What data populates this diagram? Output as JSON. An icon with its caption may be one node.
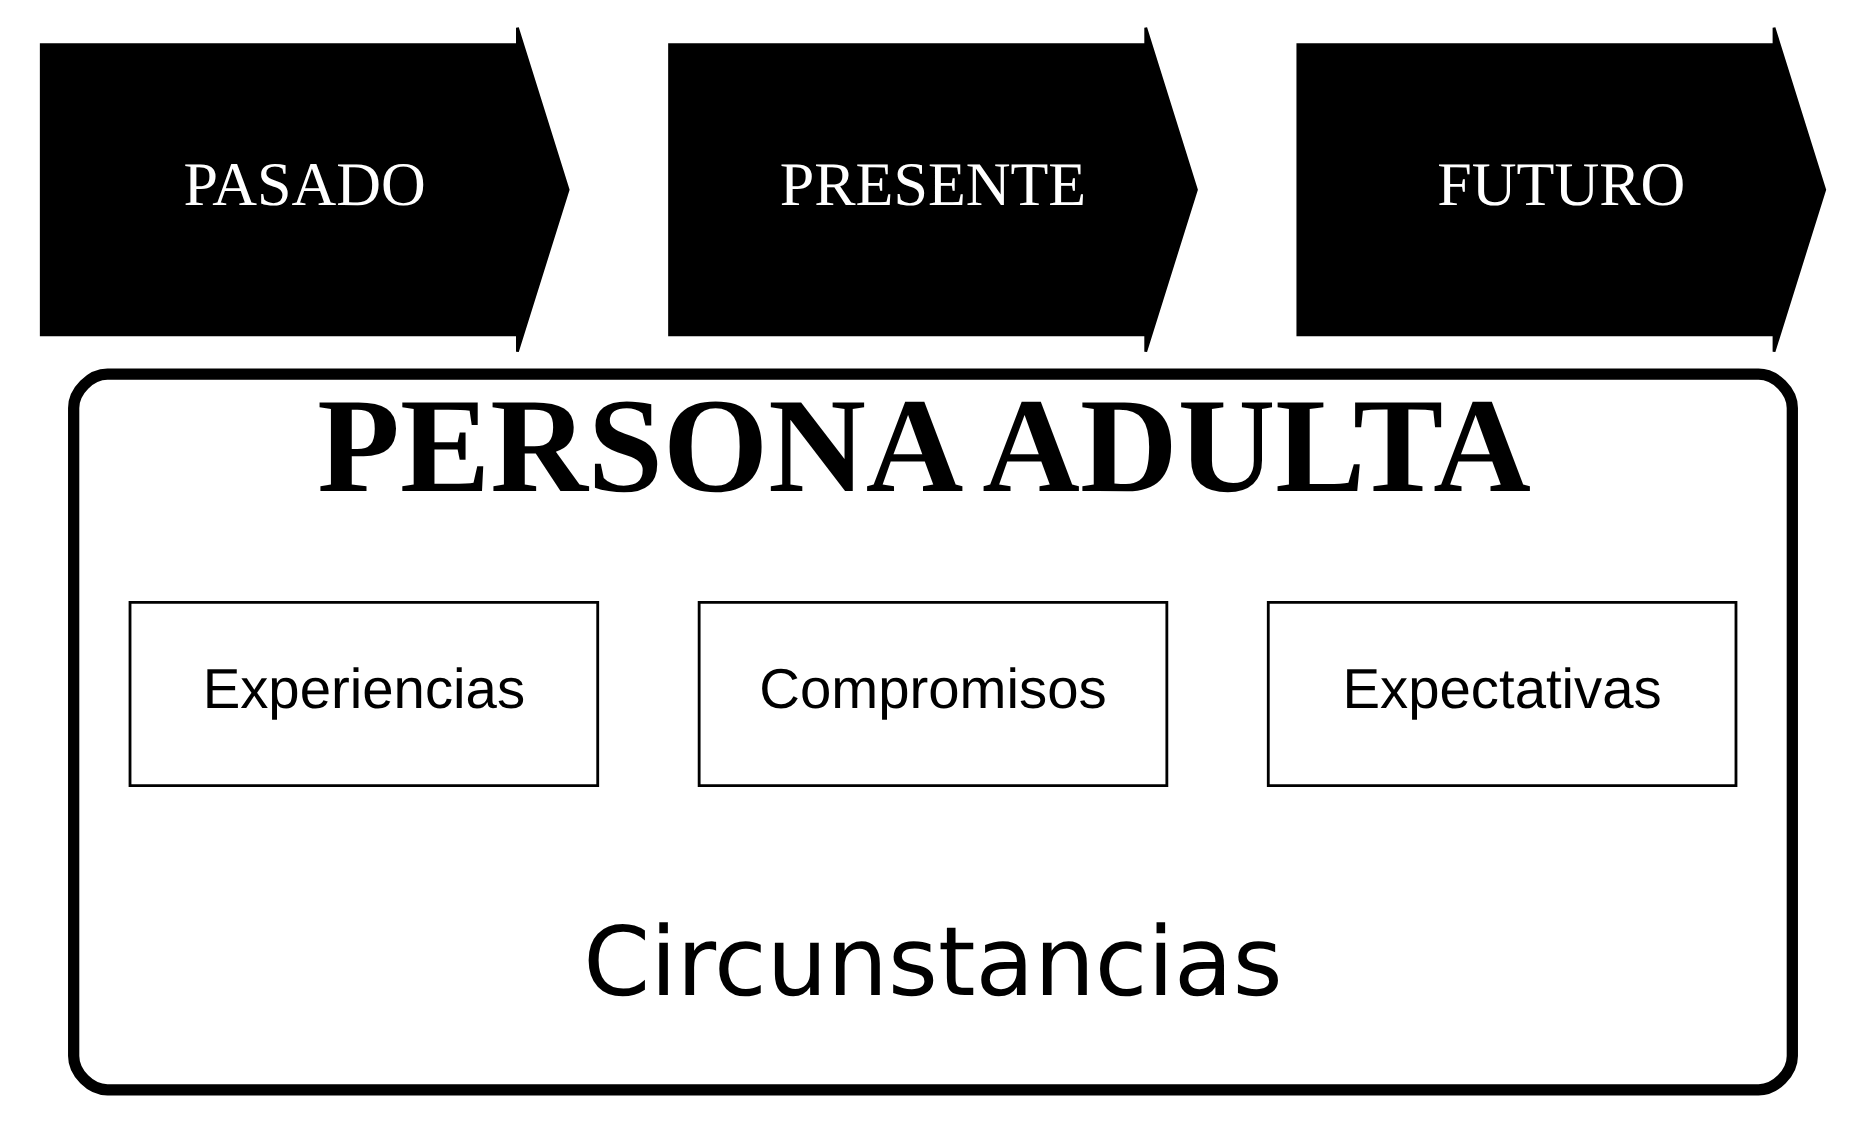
{
  "diagram": {
    "nodes": [
      {
        "text": [
          "PASADO"
        ]
      },
      {
        "text": [
          "PRESENTE"
        ]
      },
      {
        "text": [
          "FUTURO"
        ]
      },
      {
        "text": [
          "PERSONA ADULTA",
          "Circunstancias"
        ]
      },
      {
        "text": [
          "Experiencias"
        ],
        "in": 3
      },
      {
        "text": [
          "Compromisos"
        ],
        "in": 3
      },
      {
        "text": [
          "Expectativas"
        ],
        "in": 3
      }
    ]
  }
}
